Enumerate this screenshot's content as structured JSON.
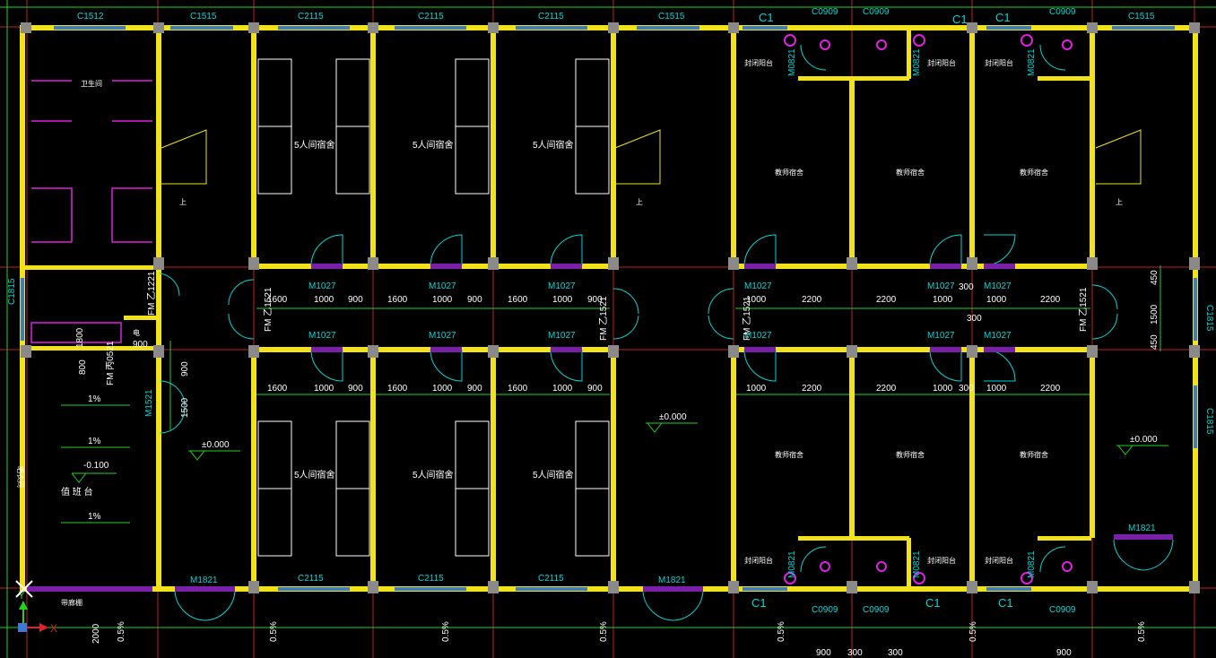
{
  "colors": {
    "background": "#000000",
    "wall": "#f2e21c",
    "column": "#8a8a8a",
    "axis": "#c81e1e",
    "dimension": "#1ed21e",
    "window": "#3a7bd5",
    "door": "#00d6d6",
    "fixture": "#e020e0",
    "text": "#ffffff",
    "label": "#00d6d6"
  },
  "top_windows": [
    "C1512",
    "C1515",
    "C2115",
    "C2115",
    "C2115",
    "C1515",
    "C1",
    "C0909",
    "C0909",
    "C1",
    "C1",
    "C0909",
    "C1515"
  ],
  "bottom_windows": [
    "C2115",
    "C2115",
    "C2115",
    "C1",
    "C0909",
    "C0909",
    "C1",
    "C1",
    "C0909"
  ],
  "side_windows": [
    "C1815",
    "C1815"
  ],
  "rooms": {
    "restroom": "卫生间",
    "dorm5": "5人间宿舍",
    "teacher": "教师宿舍",
    "balcony": "封闭阳台",
    "duty": "值  班  台",
    "shower": "晒衣间",
    "corridor_bottom": "带廊棚",
    "upstairs": "上",
    "elec": "电"
  },
  "doors": {
    "m1027": "M1027",
    "m1521": "M1521",
    "m1821": "M1821",
    "m0821": "M0821",
    "fm1521": "FM 乙1521",
    "fm1221": "FM 乙1221",
    "fm0521": "FM 丙0521"
  },
  "dims": {
    "d1600": "1600",
    "d1000": "1000",
    "d900": "900",
    "d2200": "2200",
    "d300": "300",
    "d450": "450",
    "d1500": "1500",
    "d800": "800",
    "d1800": "1800",
    "d2000": "2000"
  },
  "levels": {
    "zero": "±0.000",
    "minus": "-0.100",
    "slope": "1%",
    "slope_bottom": "0.5%"
  },
  "ucs": {
    "x": "X",
    "y": "Y"
  }
}
